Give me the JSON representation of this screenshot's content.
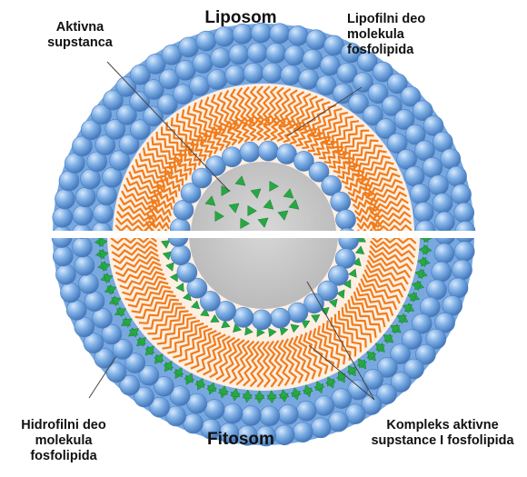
{
  "labels": {
    "liposom": "Liposom",
    "fitosom": "Fitosom",
    "aktivna_supstanca": "Aktivna\nsupstanca",
    "lipofilni_deo": "Lipofilni   deo\nmolekula\nfosfolipida",
    "hidrofilni_deo": "Hidrofilni deo\nmolekula\nfosfolipida",
    "kompleks": "Kompleks aktivne\nsupstance I fosfolipida"
  },
  "colors": {
    "phospholipid_head": "#79a8e0",
    "phospholipid_head_dark": "#3f74b8",
    "lipid_tail": "#f07c1c",
    "active_substance": "#27a844",
    "core": "#c9c9c9",
    "background": "#ffffff"
  }
}
